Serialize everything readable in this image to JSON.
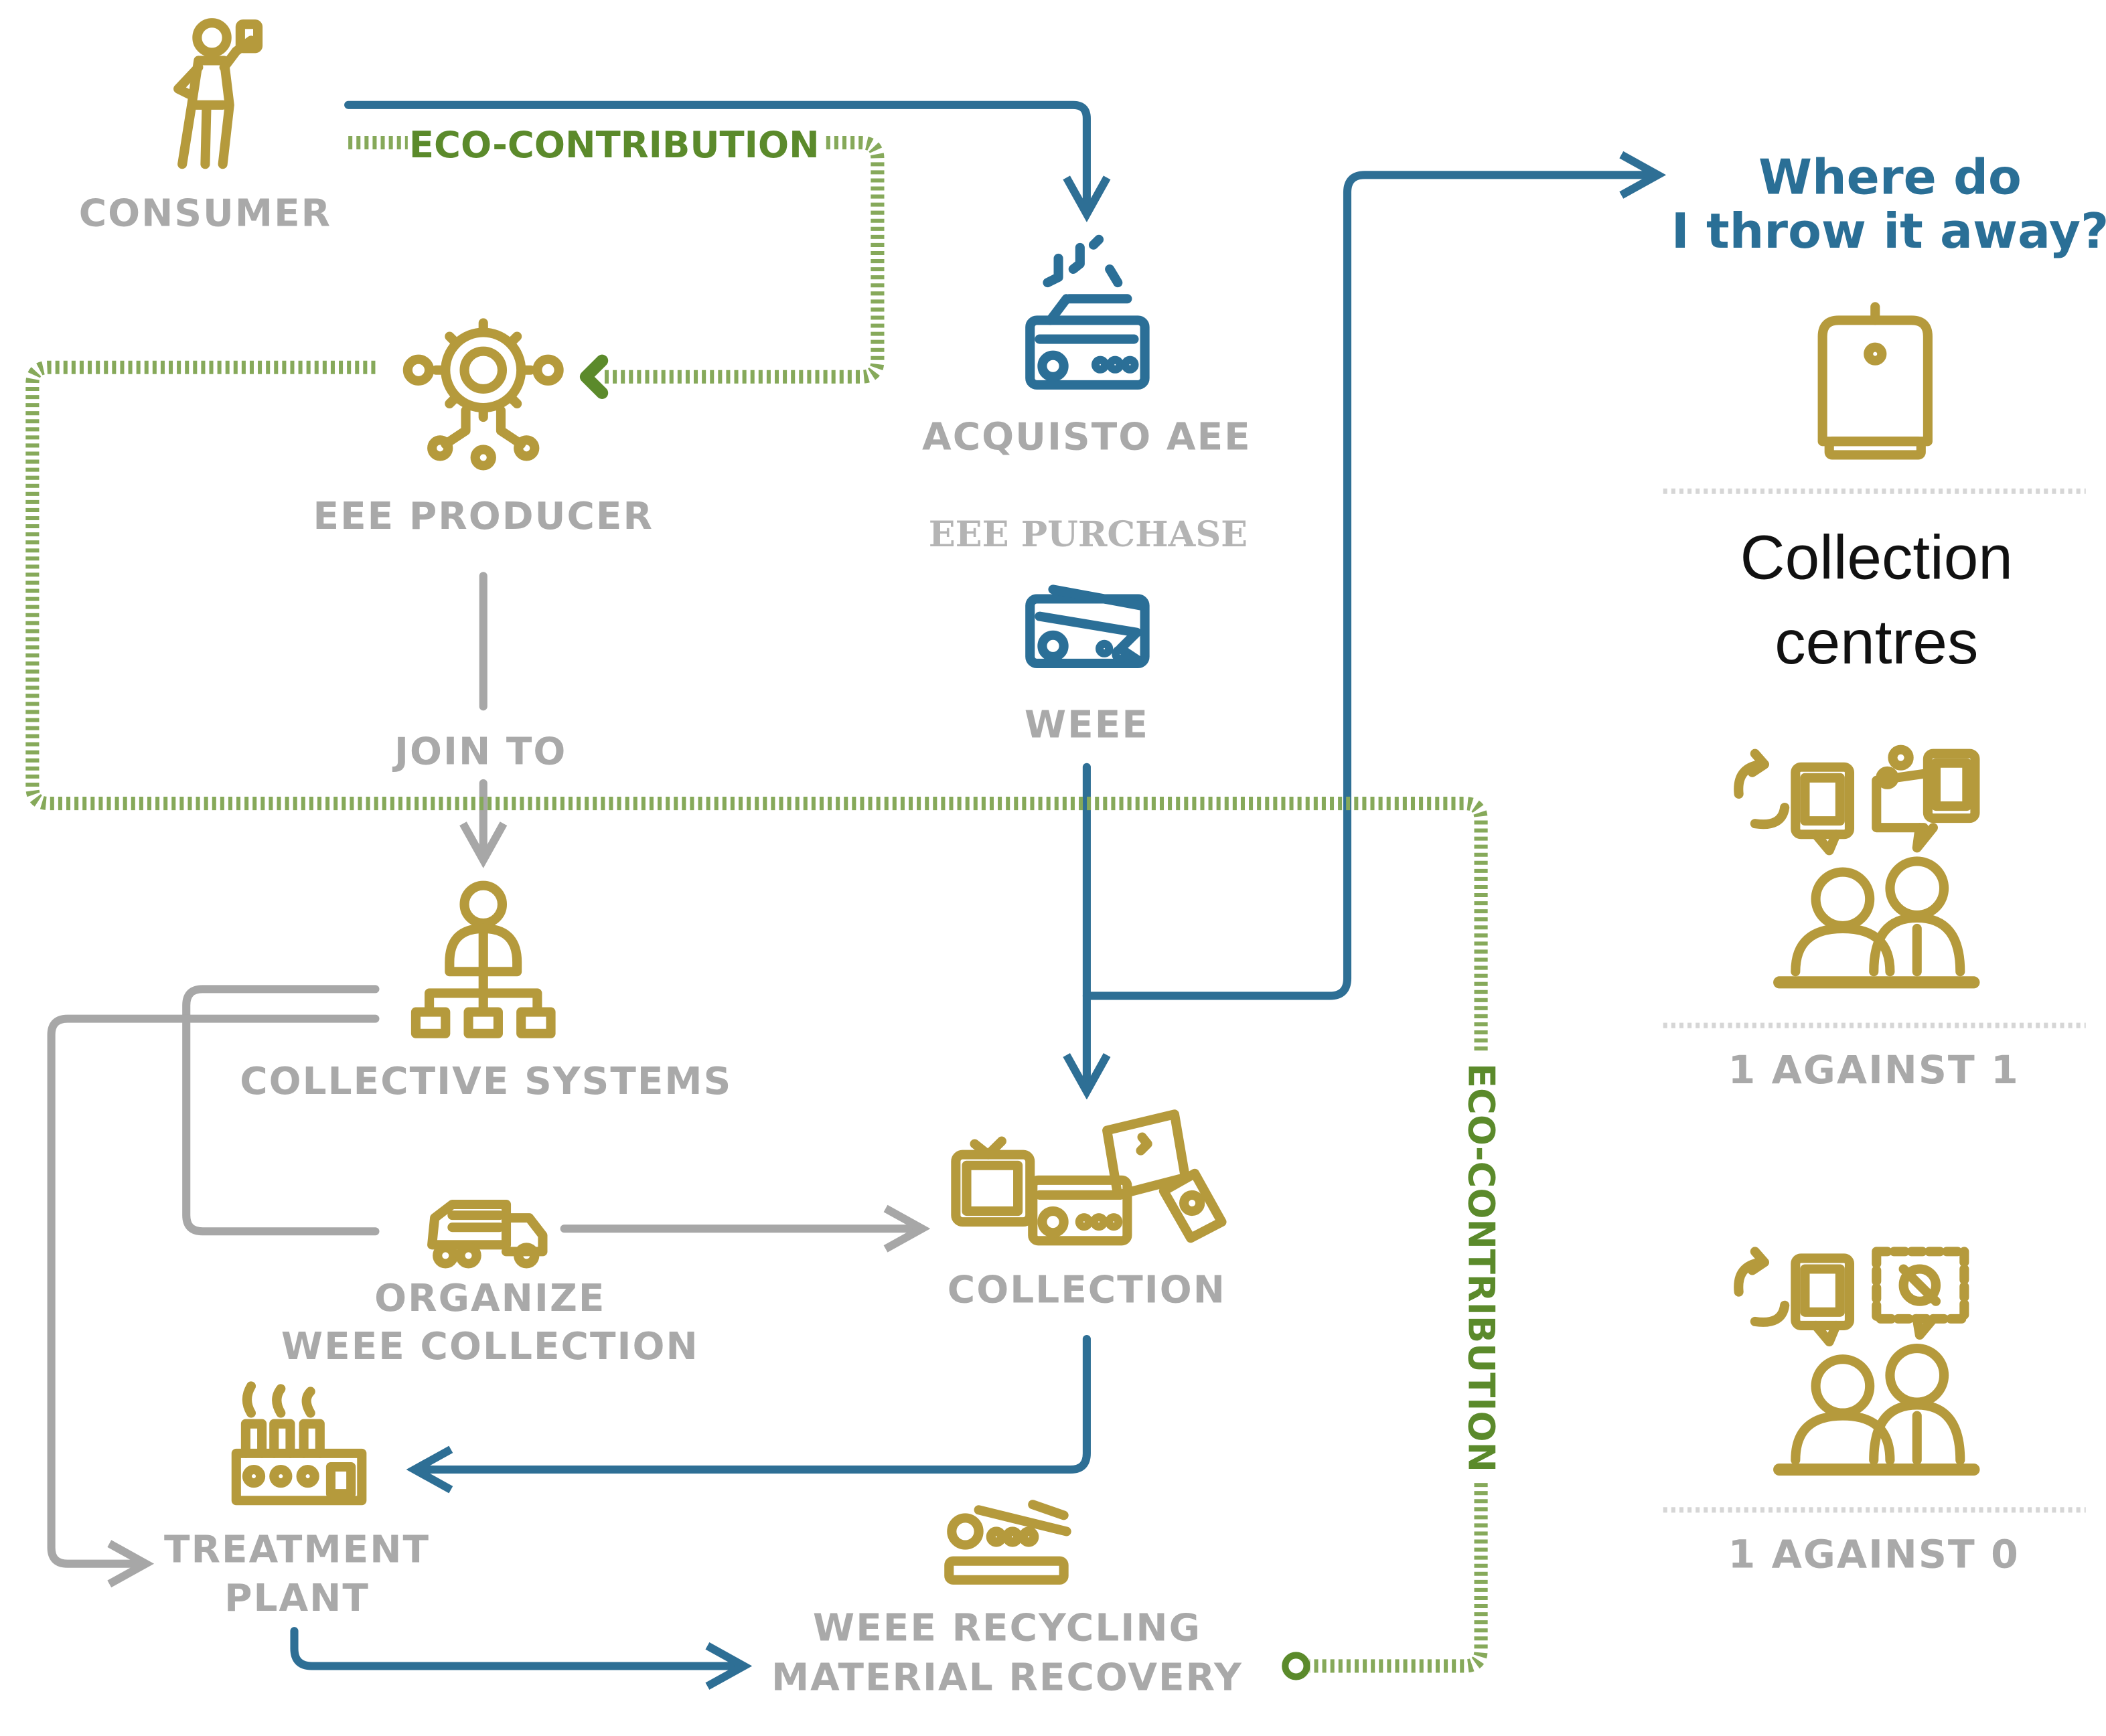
{
  "labels": {
    "consumer": "CONSUMER",
    "eco_contribution_top": "ECO-CONTRIBUTION",
    "acquisto_aee": "ACQUISTO AEE",
    "eee_purchase": "EEE PURCHASE",
    "eee_producer": "EEE PRODUCER",
    "weee": "WEEE",
    "join_to": "JOIN TO",
    "collective_systems": "COLLECTIVE SYSTEMS",
    "organize_line1": "ORGANIZE",
    "organize_line2": "WEEE COLLECTION",
    "collection": "COLLECTION",
    "treatment_line1": "TREATMENT",
    "treatment_line2": "PLANT",
    "recycling_line1": "WEEE RECYCLING",
    "recycling_line2": "MATERIAL RECOVERY",
    "eco_contribution_vertical": "ECO-CONTRIBUTION"
  },
  "side_panel": {
    "question_line1": "Where do",
    "question_line2": "I throw it away?",
    "heading_line1": "Collection",
    "heading_line2": "centres",
    "option1": "1 AGAINST 1",
    "option2": "1 AGAINST 0"
  },
  "colors": {
    "gold_icon": "#b59a3c",
    "blue_flow": "#2e6f95",
    "green_eco": "#5b8a2b",
    "gray_label": "#a9a9a9"
  },
  "icons": [
    "consumer-icon",
    "gear-network-icon",
    "radio-music-icon",
    "broken-radio-icon",
    "collective-hierarchy-icon",
    "truck-icon",
    "weee-pile-icon",
    "factory-icon",
    "recycling-radio-icon",
    "bin-icon",
    "exchange-people-icon"
  ]
}
